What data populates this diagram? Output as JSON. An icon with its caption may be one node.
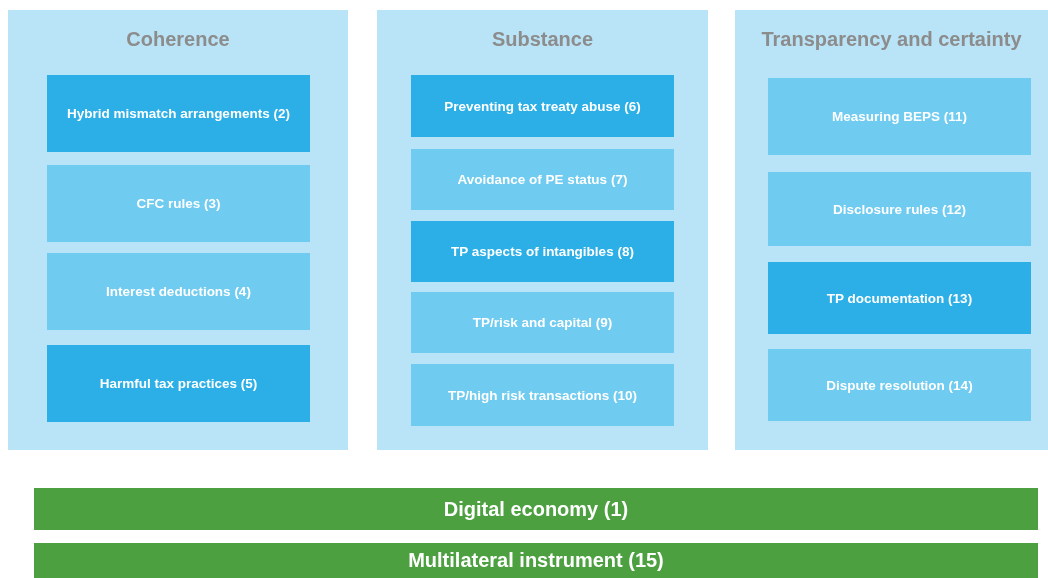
{
  "diagram": {
    "nodes": [
      {
        "text": [
          "Coherence"
        ]
      },
      {
        "text": [
          "Hybrid mismatch arrangements (2)"
        ],
        "in": 0
      },
      {
        "text": [
          "CFC rules (3)"
        ],
        "in": 0
      },
      {
        "text": [
          "Interest deductions (4)"
        ],
        "in": 0
      },
      {
        "text": [
          "Harmful tax practices (5)"
        ],
        "in": 0
      },
      {
        "text": [
          "Substance"
        ]
      },
      {
        "text": [
          "Preventing tax treaty abuse (6)"
        ],
        "in": 5
      },
      {
        "text": [
          "Avoidance of PE status (7)"
        ],
        "in": 5
      },
      {
        "text": [
          "TP aspects of intangibles (8)"
        ],
        "in": 5
      },
      {
        "text": [
          "TP/risk and capital (9)"
        ],
        "in": 5
      },
      {
        "text": [
          "TP/high risk transactions (10)"
        ],
        "in": 5
      },
      {
        "text": [
          "Transparency and certainty"
        ]
      },
      {
        "text": [
          "Measuring BEPS (11)"
        ],
        "in": 11
      },
      {
        "text": [
          "Disclosure rules (12)"
        ],
        "in": 11
      },
      {
        "text": [
          "TP documentation (13)"
        ],
        "in": 11
      },
      {
        "text": [
          "Dispute resolution (14)"
        ],
        "in": 11
      },
      {
        "text": [
          "Digital economy (1)"
        ]
      },
      {
        "text": [
          "Multilateral instrument (15)"
        ]
      }
    ]
  }
}
